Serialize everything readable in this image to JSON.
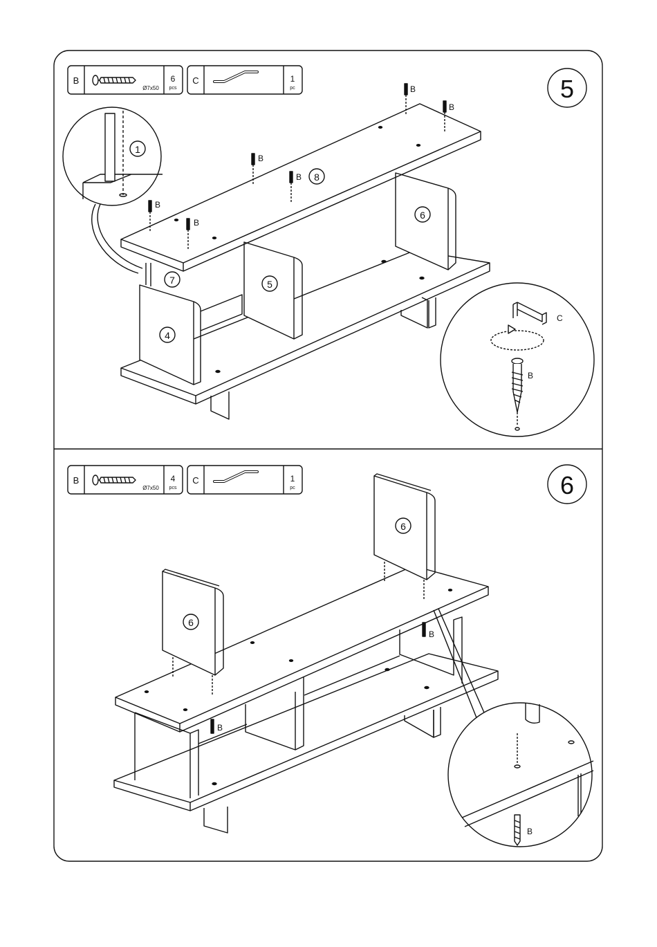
{
  "steps": [
    {
      "number": "5",
      "parts": [
        {
          "letter": "B",
          "part_name": "screw-icon",
          "size": "Ø7x50",
          "qty": "6",
          "unit": "pcs"
        },
        {
          "letter": "C",
          "part_name": "allen-key-icon",
          "size": "",
          "qty": "1",
          "unit": "pc"
        }
      ],
      "callouts": {
        "panel_1": "1",
        "panel_4": "4",
        "panel_5": "5",
        "panel_6": "6",
        "panel_7": "7",
        "panel_8": "8",
        "screw_label": "B",
        "tool_label": "C"
      }
    },
    {
      "number": "6",
      "parts": [
        {
          "letter": "B",
          "part_name": "screw-icon",
          "size": "Ø7x50",
          "qty": "4",
          "unit": "pcs"
        },
        {
          "letter": "C",
          "part_name": "allen-key-icon",
          "size": "",
          "qty": "1",
          "unit": "pc"
        }
      ],
      "callouts": {
        "panel_6a": "6",
        "panel_6b": "6",
        "screw_label": "B"
      }
    }
  ]
}
